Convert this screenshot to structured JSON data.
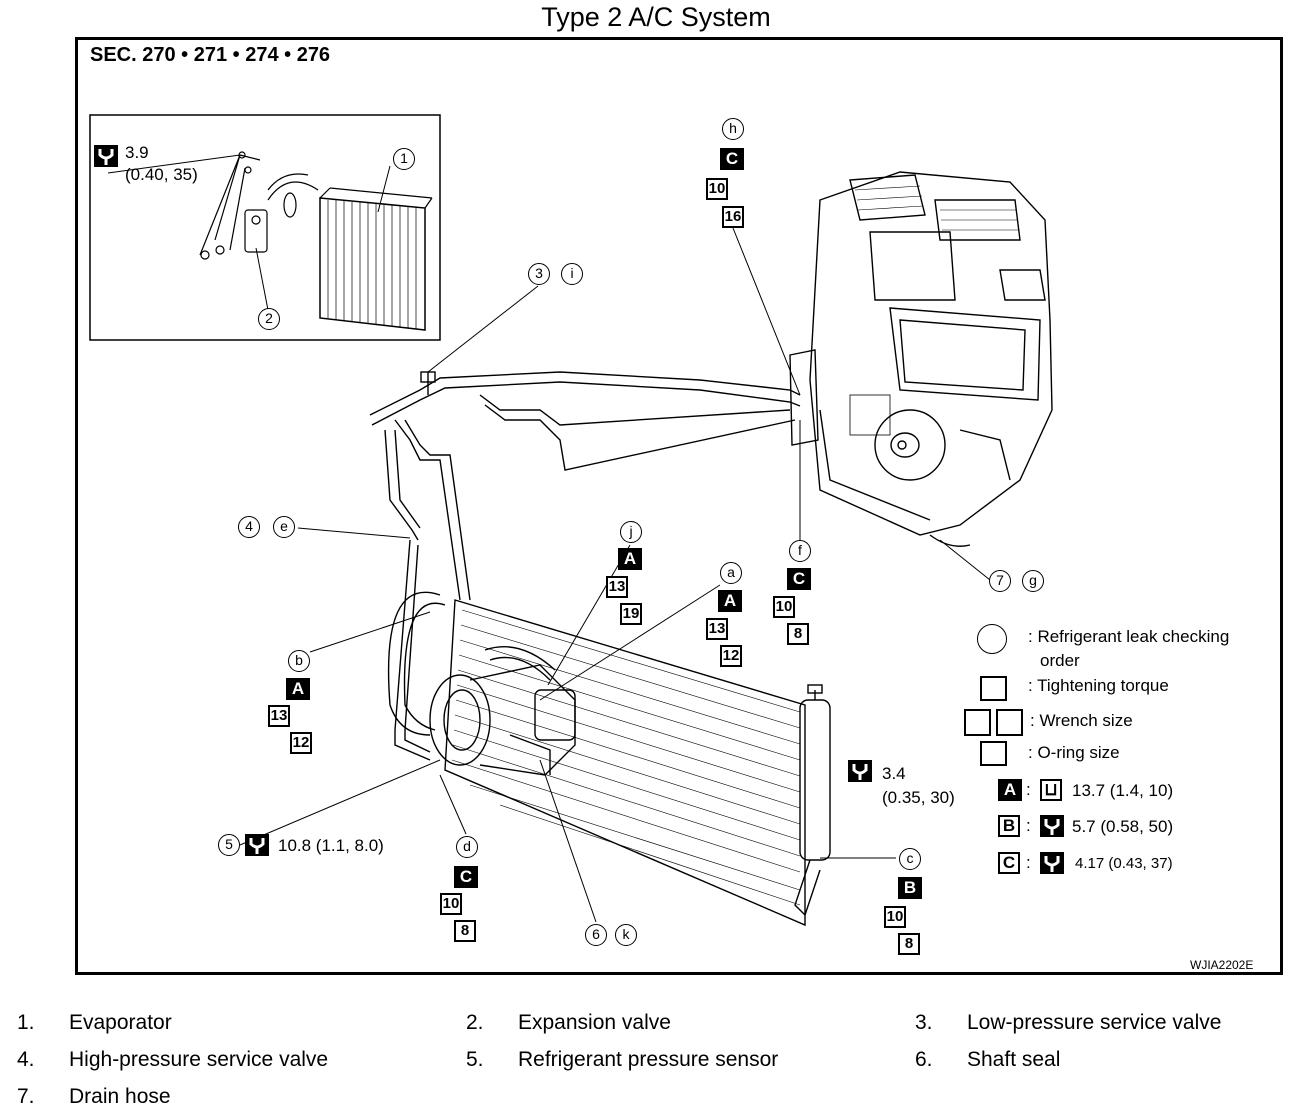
{
  "title": "Type 2 A/C System",
  "section": "SEC. 270 • 271 • 274 • 276",
  "diagram_code": "WJIA2202E",
  "callouts": {
    "inset_torque_value": "3.9",
    "inset_torque_sub": "(0.40, 35)",
    "receiver_torque_value": "3.4",
    "receiver_torque_sub": "(0.35, 30)",
    "sensor_torque": "10.8 (1.1, 8.0)",
    "n1": "1",
    "n2": "2",
    "n3": "3",
    "n4": "4",
    "n5": "5",
    "n6": "6",
    "n7": "7",
    "h": "h",
    "i": "i",
    "e": "e",
    "j": "j",
    "a": "a",
    "f": "f",
    "g": "g",
    "b": "b",
    "d": "d",
    "k": "k",
    "c": "c",
    "h_letter": "C",
    "h_wrench": "10",
    "h_oring": "16",
    "j_letter": "A",
    "j_wrench": "13",
    "j_oring": "19",
    "a_letter": "A",
    "a_wrench": "13",
    "a_oring": "12",
    "f_letter": "C",
    "f_wrench": "10",
    "f_oring": "8",
    "b_letter": "A",
    "b_wrench": "13",
    "b_oring": "12",
    "d_letter": "C",
    "d_wrench": "10",
    "d_oring": "8",
    "c_letter": "B",
    "c_wrench": "10",
    "c_oring": "8"
  },
  "key": {
    "circle_label": ": Refrigerant leak checking",
    "circle_label2": "order",
    "torque_label": ": Tightening torque",
    "wrench_label": ": Wrench size",
    "oring_label": ": O-ring size",
    "A_letter": "A",
    "A_value": "13.7 (1.4, 10)",
    "B_letter": "B",
    "B_value": "5.7 (0.58, 50)",
    "C_letter": "C",
    "C_value": "4.17 (0.43, 37)"
  },
  "parts": [
    {
      "num": "1.",
      "name": "Evaporator"
    },
    {
      "num": "2.",
      "name": "Expansion valve"
    },
    {
      "num": "3.",
      "name": "Low-pressure service valve"
    },
    {
      "num": "4.",
      "name": "High-pressure service valve"
    },
    {
      "num": "5.",
      "name": "Refrigerant pressure sensor"
    },
    {
      "num": "6.",
      "name": "Shaft seal"
    },
    {
      "num": "7.",
      "name": "Drain hose"
    }
  ]
}
